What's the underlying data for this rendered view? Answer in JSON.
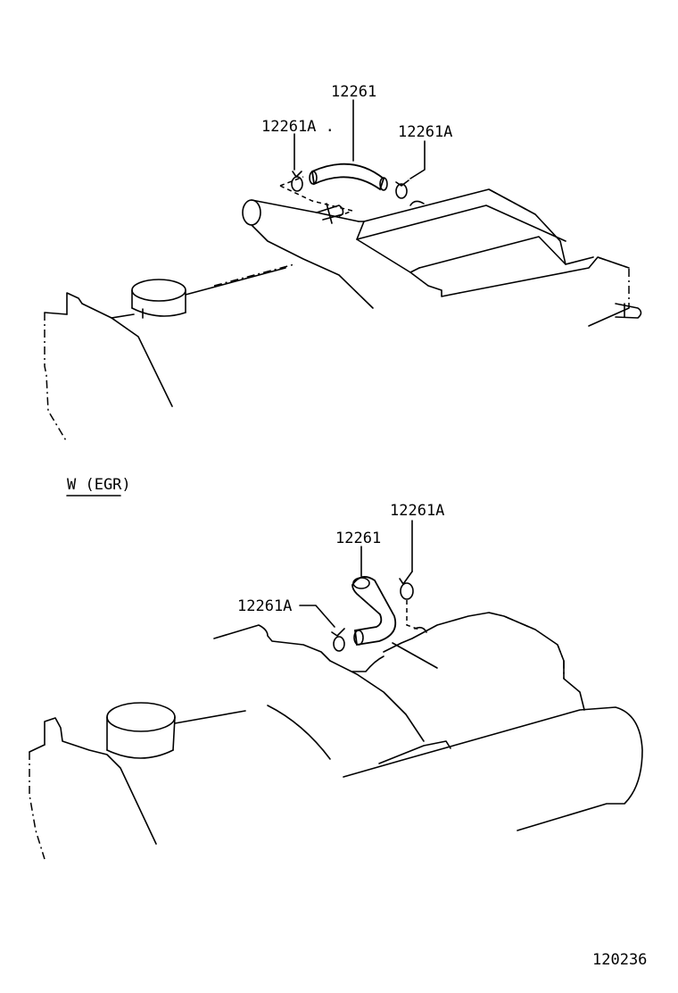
{
  "top_view": {
    "labels": {
      "hose": "12261",
      "clamp_left": "12261A .",
      "clamp_right": "12261A"
    }
  },
  "bottom_view": {
    "section_title": "W (EGR)",
    "labels": {
      "hose": "12261",
      "clamp_top": "12261A",
      "clamp_left": "12261A"
    }
  },
  "figure_number": "120236"
}
